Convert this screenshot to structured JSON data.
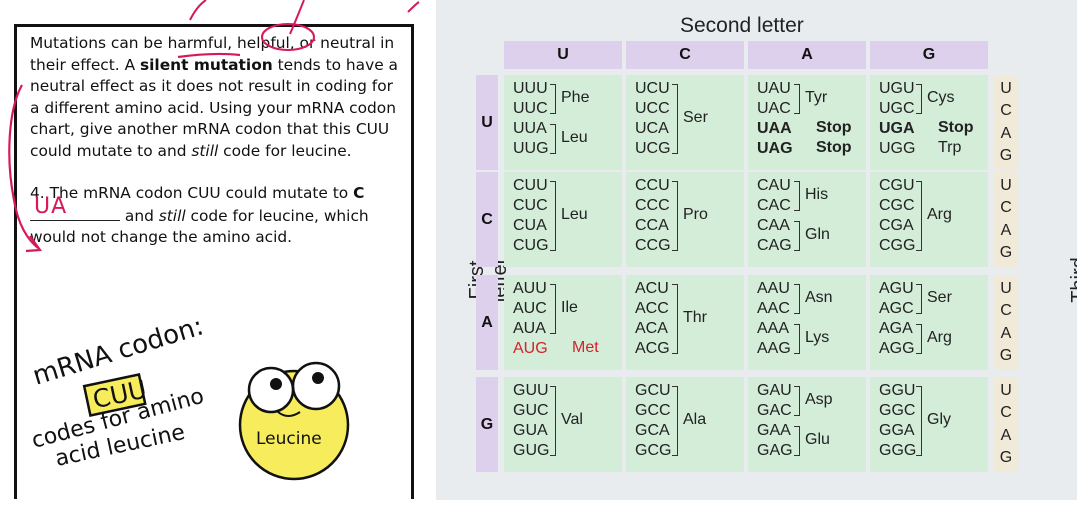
{
  "worksheet": {
    "para1_pre": "Mutations can be ",
    "para1_harmful": "harmful",
    "para1_comma1": ", ",
    "para1_helpful": "helpful",
    "para1_mid": ", or neutral in their effect.  A ",
    "para1_silent": "silent mutation",
    "para1_post": " tends to have a neutral effect as it does not result in coding for a different amino acid.  Using your mRNA codon chart, give another mRNA codon that this CUU could mutate to and ",
    "para1_still": "still",
    "para1_end": " code for leucine.",
    "q4_pre": "4. The mRNA codon CUU could mutate to ",
    "q4_c": "C",
    "q4_answer": "UA",
    "q4_mid": " and ",
    "q4_still": "still",
    "q4_end": " code for leucine, which would not change the amino acid.",
    "cartoon": {
      "line1": "mRNA codon:",
      "codon": "CUU",
      "line2": "codes for amino",
      "line3": "acid leucine",
      "mascot": "Leucine"
    }
  },
  "colors": {
    "header_purple": "#dcd0ec",
    "cell_green": "#d3edd9",
    "third_beige": "#f1ead8",
    "start_red": "#d2222b",
    "annotation_pink": "#d8185c",
    "mascot_yellow": "#f7ec5c"
  },
  "codon_table": {
    "second_letter_title": "Second letter",
    "first_letter_label": "First letter",
    "third_letter_label": "Third letter",
    "second_letters": [
      "U",
      "C",
      "A",
      "G"
    ],
    "first_letters": [
      "U",
      "C",
      "A",
      "G"
    ],
    "third_letters": [
      "U",
      "C",
      "A",
      "G"
    ],
    "rows": [
      [
        {
          "codons": [
            "UUU",
            "UUC",
            "UUA",
            "UUG"
          ],
          "groups": [
            {
              "aa": "Phe"
            },
            {
              "aa": "Leu"
            }
          ]
        },
        {
          "codons": [
            "UCU",
            "UCC",
            "UCA",
            "UCG"
          ],
          "groups": [
            {
              "aa": "Ser"
            }
          ]
        },
        {
          "codons": [
            "UAU",
            "UAC",
            "UAA",
            "UAG"
          ],
          "groups": [
            {
              "aa": "Tyr"
            },
            {
              "aa": "Stop"
            },
            {
              "aa": "Stop"
            }
          ]
        },
        {
          "codons": [
            "UGU",
            "UGC",
            "UGA",
            "UGG"
          ],
          "groups": [
            {
              "aa": "Cys"
            },
            {
              "aa": "Stop"
            },
            {
              "aa": "Trp"
            }
          ]
        }
      ],
      [
        {
          "codons": [
            "CUU",
            "CUC",
            "CUA",
            "CUG"
          ],
          "groups": [
            {
              "aa": "Leu"
            }
          ]
        },
        {
          "codons": [
            "CCU",
            "CCC",
            "CCA",
            "CCG"
          ],
          "groups": [
            {
              "aa": "Pro"
            }
          ]
        },
        {
          "codons": [
            "CAU",
            "CAC",
            "CAA",
            "CAG"
          ],
          "groups": [
            {
              "aa": "His"
            },
            {
              "aa": "Gln"
            }
          ]
        },
        {
          "codons": [
            "CGU",
            "CGC",
            "CGA",
            "CGG"
          ],
          "groups": [
            {
              "aa": "Arg"
            }
          ]
        }
      ],
      [
        {
          "codons": [
            "AUU",
            "AUC",
            "AUA",
            "AUG"
          ],
          "groups": [
            {
              "aa": "Ile"
            },
            {
              "aa": "Met"
            }
          ]
        },
        {
          "codons": [
            "ACU",
            "ACC",
            "ACA",
            "ACG"
          ],
          "groups": [
            {
              "aa": "Thr"
            }
          ]
        },
        {
          "codons": [
            "AAU",
            "AAC",
            "AAA",
            "AAG"
          ],
          "groups": [
            {
              "aa": "Asn"
            },
            {
              "aa": "Lys"
            }
          ]
        },
        {
          "codons": [
            "AGU",
            "AGC",
            "AGA",
            "AGG"
          ],
          "groups": [
            {
              "aa": "Ser"
            },
            {
              "aa": "Arg"
            }
          ]
        }
      ],
      [
        {
          "codons": [
            "GUU",
            "GUC",
            "GUA",
            "GUG"
          ],
          "groups": [
            {
              "aa": "Val"
            }
          ]
        },
        {
          "codons": [
            "GCU",
            "GCC",
            "GCA",
            "GCG"
          ],
          "groups": [
            {
              "aa": "Ala"
            }
          ]
        },
        {
          "codons": [
            "GAU",
            "GAC",
            "GAA",
            "GAG"
          ],
          "groups": [
            {
              "aa": "Asp"
            },
            {
              "aa": "Glu"
            }
          ]
        },
        {
          "codons": [
            "GGU",
            "GGC",
            "GGA",
            "GGG"
          ],
          "groups": [
            {
              "aa": "Gly"
            }
          ]
        }
      ]
    ]
  }
}
